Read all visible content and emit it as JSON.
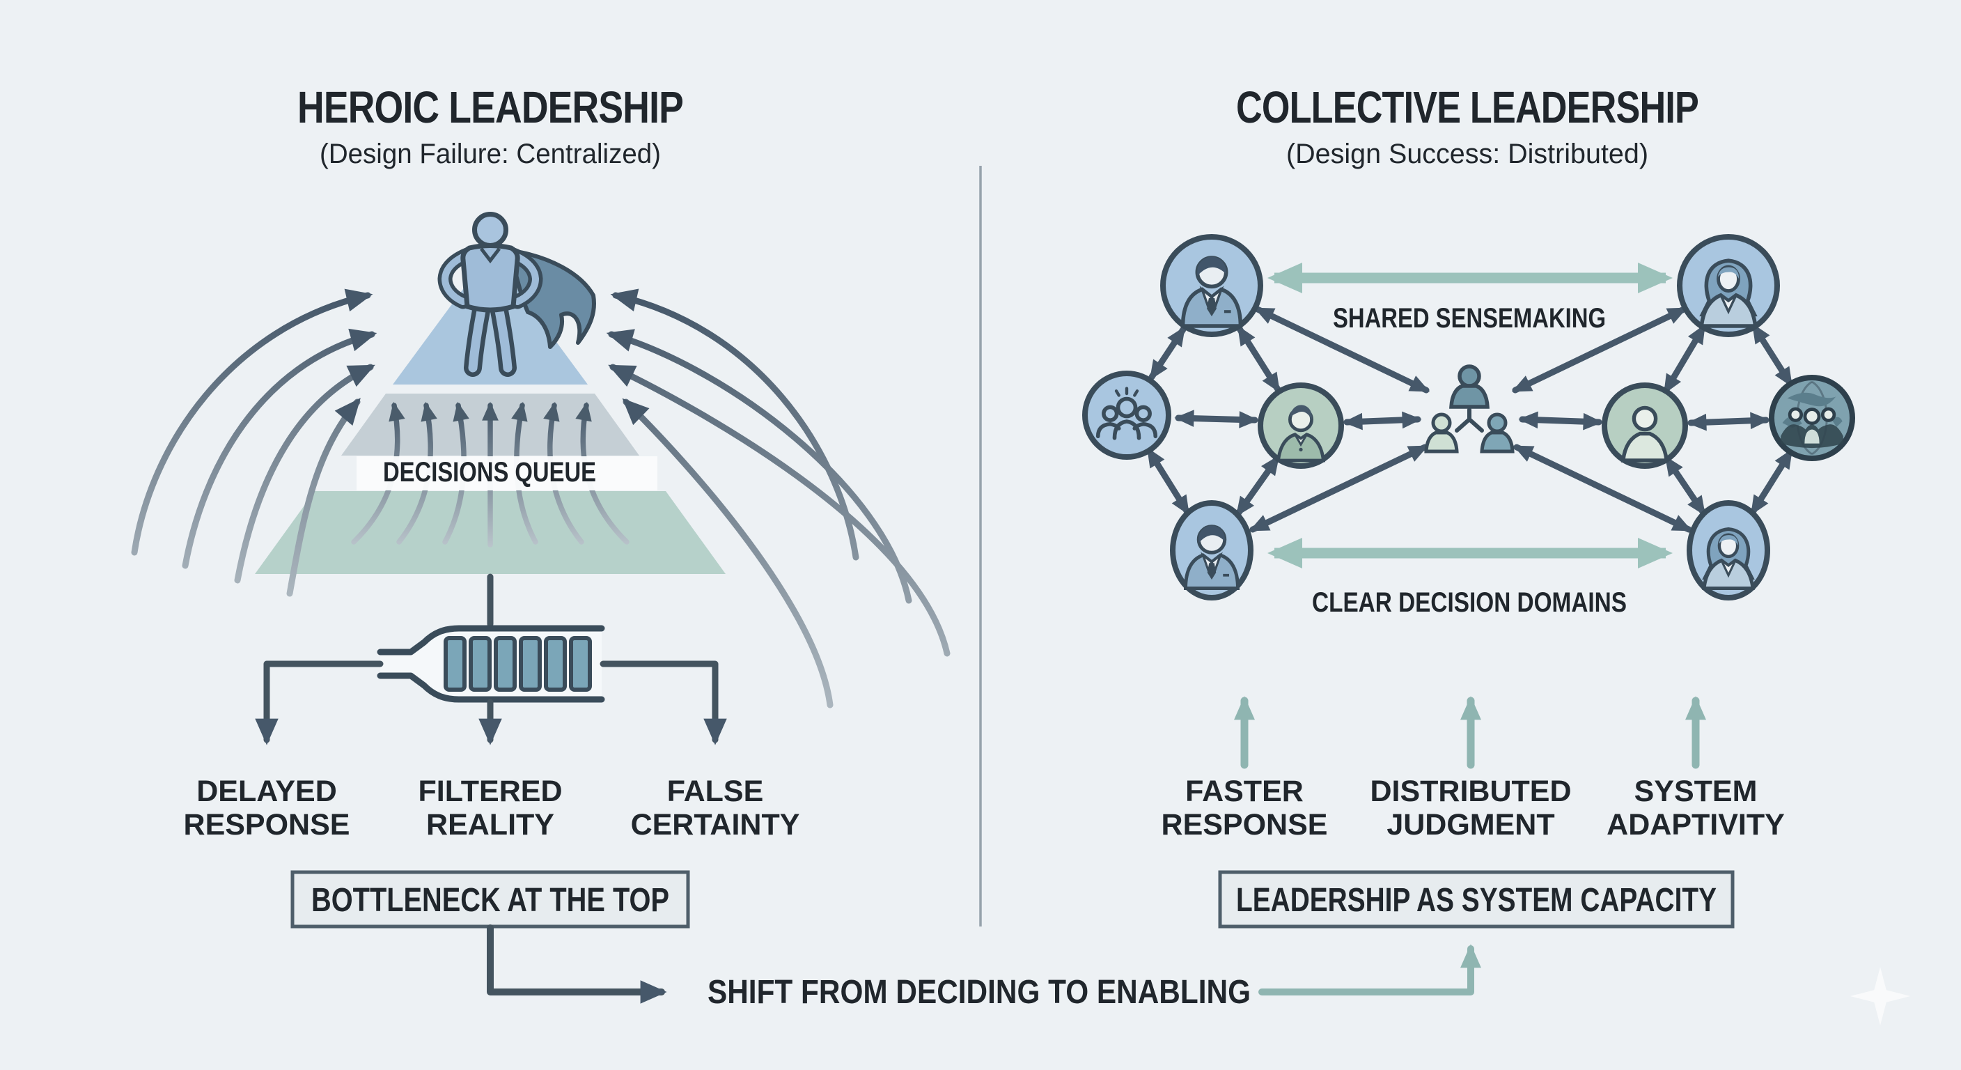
{
  "left": {
    "title": "HEROIC LEADERSHIP",
    "subtitle": "(Design Failure: Centralized)",
    "queue_label": "DECISIONS QUEUE",
    "outcomes": [
      {
        "line1": "DELAYED",
        "line2": "RESPONSE"
      },
      {
        "line1": "FILTERED",
        "line2": "REALITY"
      },
      {
        "line1": "FALSE",
        "line2": "CERTAINTY"
      }
    ],
    "box_label": "BOTTLENECK AT THE TOP"
  },
  "right": {
    "title": "COLLECTIVE LEADERSHIP",
    "subtitle": "(Design Success: Distributed)",
    "top_link_label": "SHARED SENSEMAKING",
    "bottom_link_label": "CLEAR DECISION DOMAINS",
    "outcomes": [
      {
        "line1": "FASTER",
        "line2": "RESPONSE"
      },
      {
        "line1": "DISTRIBUTED",
        "line2": "JUDGMENT"
      },
      {
        "line1": "SYSTEM",
        "line2": "ADAPTIVITY"
      }
    ],
    "box_label": "LEADERSHIP AS SYSTEM CAPACITY"
  },
  "footer": {
    "shift_label": "SHIFT FROM DECIDING TO ENABLING"
  },
  "icons": {
    "hero": "superhero-figure-icon",
    "bottleneck": "bottle-queue-icon",
    "group": "team-group-icon",
    "globe": "global-team-icon"
  },
  "colors": {
    "background": "#EDF1F4",
    "ink": "#20262C",
    "slate_arrow": "#46586A",
    "teal_arrow": "#8FB5B1",
    "teal_link": "#9CC2BB",
    "pyramid_blue": "#A7C3DC",
    "pyramid_gray": "#C3CCD3",
    "pyramid_green": "#B3CFC7",
    "avatar_blue": "#A9C6E0",
    "avatar_green": "#B7CFC2",
    "globe_teal": "#7FA2AF",
    "box_fill": "#E7ECEF",
    "box_border": "#4E5E6A",
    "bottle_bar": "#7BA6B8"
  }
}
